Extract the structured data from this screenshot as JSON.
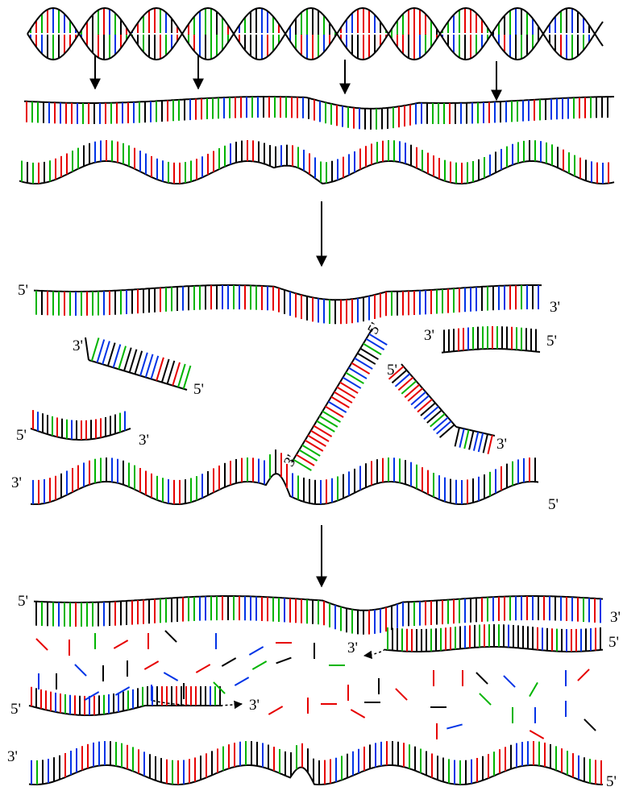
{
  "colors": {
    "base_a": "#e60000",
    "base_b": "#00b400",
    "base_c": "#0033e6",
    "base_d": "#000000",
    "backbone": "#000000"
  },
  "labels": {
    "five_prime": "5'",
    "three_prime": "3'"
  },
  "stages": [
    {
      "name": "double-helix"
    },
    {
      "name": "strand-separation"
    },
    {
      "name": "primer-fragments"
    },
    {
      "name": "elongation-with-free-nucleotides"
    }
  ]
}
